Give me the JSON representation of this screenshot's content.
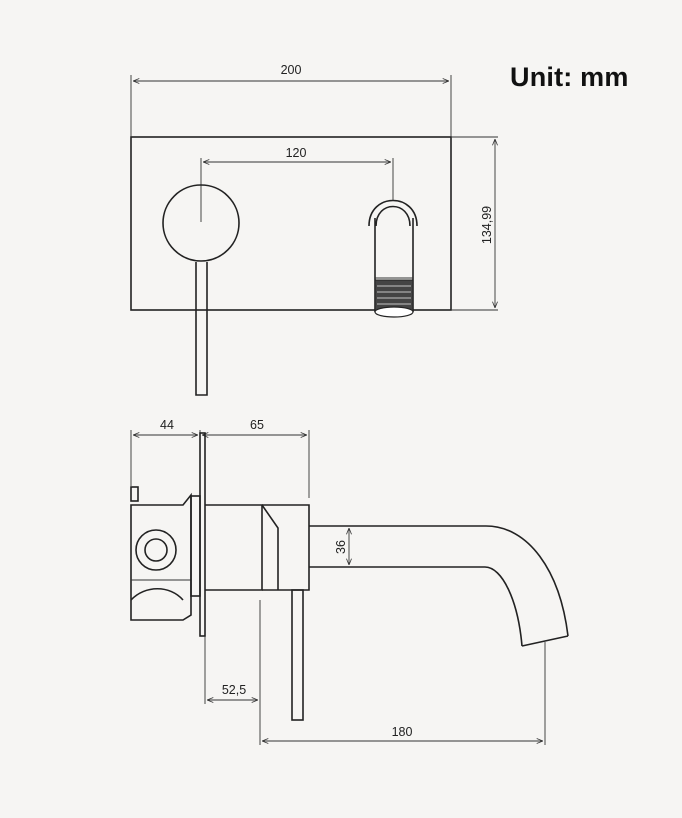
{
  "unit_label": "Unit: mm",
  "front_view": {
    "width_label": "200",
    "spacing_label": "120",
    "height_label": "134,99"
  },
  "side_view": {
    "body_depth_label": "44",
    "plate_to_spout_label": "65",
    "spout_diameter_label": "36",
    "handle_offset_label": "52,5",
    "spout_reach_label": "180"
  }
}
